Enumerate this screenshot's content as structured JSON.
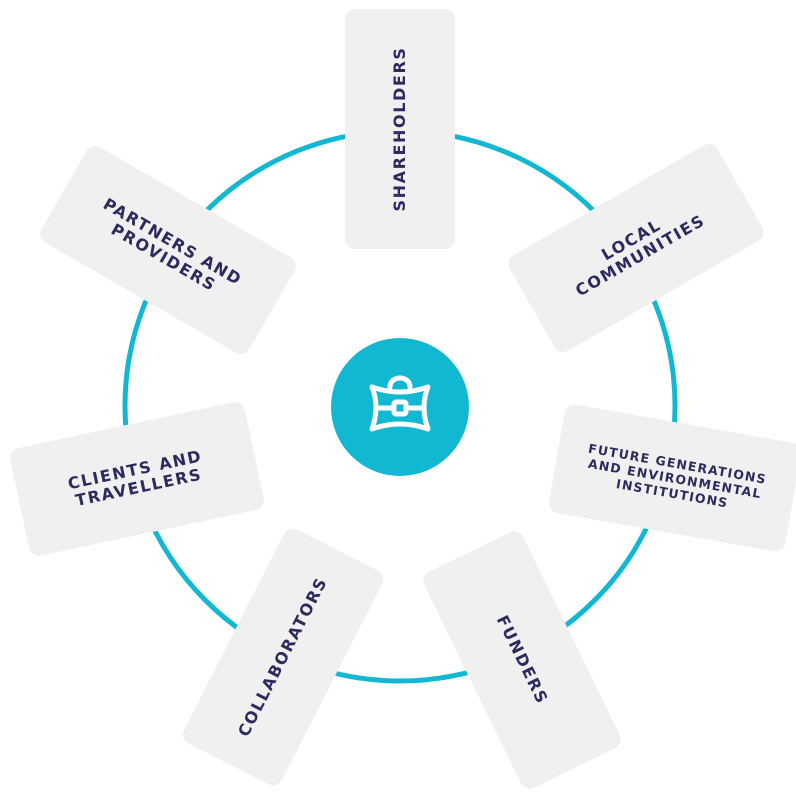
{
  "diagram": {
    "accent_color": "#12b8d2",
    "card_color": "#f0f0f1",
    "text_color": "#2c2b5e",
    "center": {
      "icon": "travel-bag-icon"
    },
    "stakeholders": [
      {
        "key": "shareholders",
        "label": "SHAREHOLDERS"
      },
      {
        "key": "local-communities",
        "label": "LOCAL\nCOMMUNITIES"
      },
      {
        "key": "future-generations",
        "label": "FUTURE GENERATIONS\nAND ENVIRONMENTAL\nINSTITUTIONS"
      },
      {
        "key": "funders",
        "label": "FUNDERS"
      },
      {
        "key": "collaborators",
        "label": "COLLABORATORS"
      },
      {
        "key": "clients-travellers",
        "label": "CLIENTS AND\nTRAVELLERS"
      },
      {
        "key": "partners-providers",
        "label": "PARTNERS AND\nPROVIDERS"
      }
    ]
  }
}
